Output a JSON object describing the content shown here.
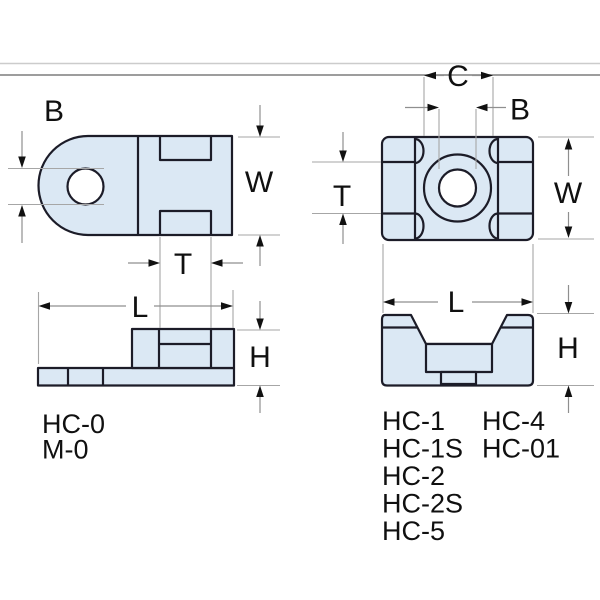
{
  "palette": {
    "background": "#ffffff",
    "part_fill": "#dbe8f4",
    "part_outline": "#1c1c28",
    "dimension_line": "#8f8f8f",
    "guide_line": "#a6a6a6",
    "arrow_and_text": "#111111",
    "top_rule_light": "#cccccc",
    "top_rule_dark": "#8f8f8f"
  },
  "dim_labels": {
    "B": "B",
    "C": "C",
    "W": "W",
    "T": "T",
    "L": "L",
    "H": "H"
  },
  "models": {
    "left": [
      "HC-0",
      "M-0"
    ],
    "right_col1": [
      "HC-1",
      "HC-1S",
      "HC-2",
      "HC-2S",
      "HC-5"
    ],
    "right_col2": [
      "HC-4",
      "HC-01"
    ]
  }
}
